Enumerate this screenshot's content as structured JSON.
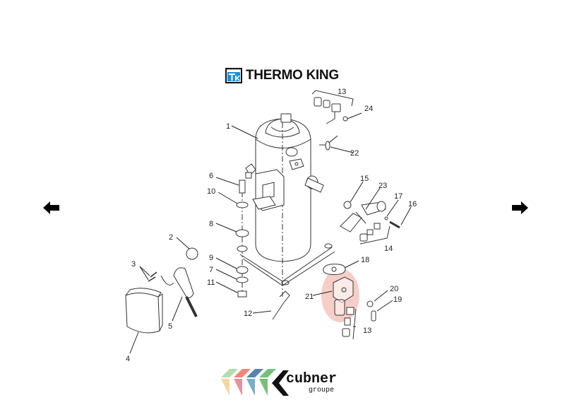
{
  "header": {
    "brand_name": "THERMO KING",
    "brand_icon": "thermo-king-logo-icon",
    "brand_color": "#1a8fd8"
  },
  "navigation": {
    "prev_icon": "arrow-left-icon",
    "next_icon": "arrow-right-icon"
  },
  "diagram": {
    "highlight_color": "#f4b8b0",
    "callouts": [
      {
        "id": "1",
        "label": "1"
      },
      {
        "id": "2",
        "label": "2"
      },
      {
        "id": "3",
        "label": "3"
      },
      {
        "id": "4",
        "label": "4"
      },
      {
        "id": "5",
        "label": "5"
      },
      {
        "id": "6",
        "label": "6"
      },
      {
        "id": "7",
        "label": "7"
      },
      {
        "id": "8",
        "label": "8"
      },
      {
        "id": "9",
        "label": "9"
      },
      {
        "id": "10",
        "label": "10"
      },
      {
        "id": "11",
        "label": "11"
      },
      {
        "id": "12",
        "label": "12"
      },
      {
        "id": "13a",
        "label": "13"
      },
      {
        "id": "13b",
        "label": "13"
      },
      {
        "id": "14",
        "label": "14"
      },
      {
        "id": "15",
        "label": "15"
      },
      {
        "id": "16",
        "label": "16"
      },
      {
        "id": "17",
        "label": "17"
      },
      {
        "id": "18",
        "label": "18"
      },
      {
        "id": "19",
        "label": "19"
      },
      {
        "id": "20",
        "label": "20"
      },
      {
        "id": "21",
        "label": "21"
      },
      {
        "id": "22",
        "label": "22"
      },
      {
        "id": "23",
        "label": "23"
      },
      {
        "id": "24",
        "label": "24"
      }
    ]
  },
  "footer": {
    "logo_name": "cubner",
    "logo_sub": "groupe",
    "logo_colors": [
      "#a8d8a0",
      "#f07060",
      "#3a6ea5",
      "#5cb85c",
      "#111111",
      "#f4d090",
      "#e08090",
      "#60a0c0"
    ]
  }
}
